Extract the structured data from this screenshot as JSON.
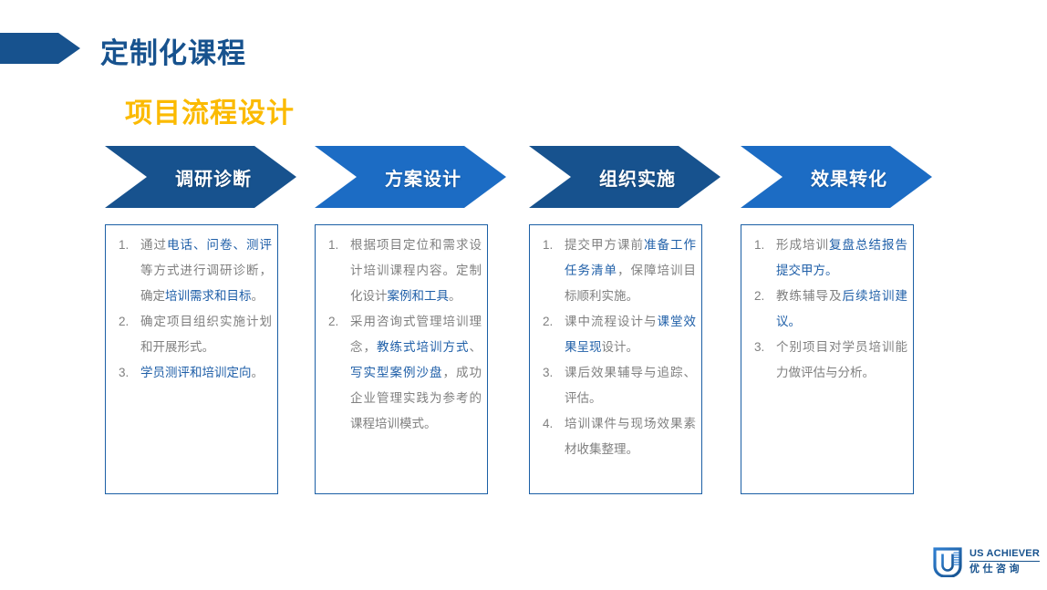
{
  "header": {
    "title": "定制化课程",
    "subtitle": "项目流程设计",
    "arrow_color": "#17528E",
    "title_color": "#17528E",
    "subtitle_color": "#FBBA00"
  },
  "palette": {
    "dark_blue": "#17528E",
    "light_blue": "#1C6CC4",
    "highlight_text": "#1F5FA8",
    "body_text": "#808080",
    "card_border": "#1B5FA5",
    "amber": "#FBBA00"
  },
  "columns": [
    {
      "id": "research-diagnosis",
      "chevron_label": "调研诊断",
      "chevron_style": "dark",
      "items": [
        [
          {
            "t": "通过",
            "c": "gy"
          },
          {
            "t": "电话、问卷、测评",
            "c": "hl"
          },
          {
            "t": "等方式进行调研诊断，确定",
            "c": "gy"
          },
          {
            "t": "培训需求和目标",
            "c": "hl"
          },
          {
            "t": "。",
            "c": "gy"
          }
        ],
        [
          {
            "t": "确定项目组织实施计划和开展形式。",
            "c": "gy"
          }
        ],
        [
          {
            "t": "学员测评和培训定向",
            "c": "hl"
          },
          {
            "t": "。",
            "c": "gy"
          }
        ]
      ]
    },
    {
      "id": "solution-design",
      "chevron_label": "方案设计",
      "chevron_style": "light",
      "items": [
        [
          {
            "t": "根据项目定位和需求设计培训课程内容。定制化设计",
            "c": "gy"
          },
          {
            "t": "案例和工具",
            "c": "hl"
          },
          {
            "t": "。",
            "c": "gy"
          }
        ],
        [
          {
            "t": "采用咨询式管理培训理念，",
            "c": "gy"
          },
          {
            "t": "教练式培训方式",
            "c": "hl"
          },
          {
            "t": "、",
            "c": "gy"
          },
          {
            "t": "写实型案例沙盘",
            "c": "hl"
          },
          {
            "t": "，成功企业管理实践为参考的课程培训模式。",
            "c": "gy"
          }
        ]
      ]
    },
    {
      "id": "organization-implementation",
      "chevron_label": "组织实施",
      "chevron_style": "dark",
      "items": [
        [
          {
            "t": "提交甲方课前",
            "c": "gy"
          },
          {
            "t": "准备工作任务清单",
            "c": "hl"
          },
          {
            "t": "，保障培训目标顺利实施。",
            "c": "gy"
          }
        ],
        [
          {
            "t": "课中流程设计与",
            "c": "gy"
          },
          {
            "t": "课堂效果呈现",
            "c": "hl"
          },
          {
            "t": "设计。",
            "c": "gy"
          }
        ],
        [
          {
            "t": "课后效果辅导与追踪、评估。",
            "c": "gy"
          }
        ],
        [
          {
            "t": "培训课件与现场效果素材收集整理。",
            "c": "gy"
          }
        ]
      ]
    },
    {
      "id": "effect-conversion",
      "chevron_label": "效果转化",
      "chevron_style": "light",
      "items": [
        [
          {
            "t": "形成培训",
            "c": "gy"
          },
          {
            "t": "复盘总结",
            "c": "hl"
          },
          {
            "t": "报告提交甲方。",
            "c": "hl"
          }
        ],
        [
          {
            "t": "教练辅导及",
            "c": "gy"
          },
          {
            "t": "后续培训建议。",
            "c": "hl"
          }
        ],
        [
          {
            "t": "个别项目对学员培训能力做评估与分析。",
            "c": "gy"
          }
        ]
      ]
    }
  ],
  "logo": {
    "mark": "u-shield-icon",
    "english": "US ACHIEVER",
    "chinese": "优仕咨询"
  }
}
